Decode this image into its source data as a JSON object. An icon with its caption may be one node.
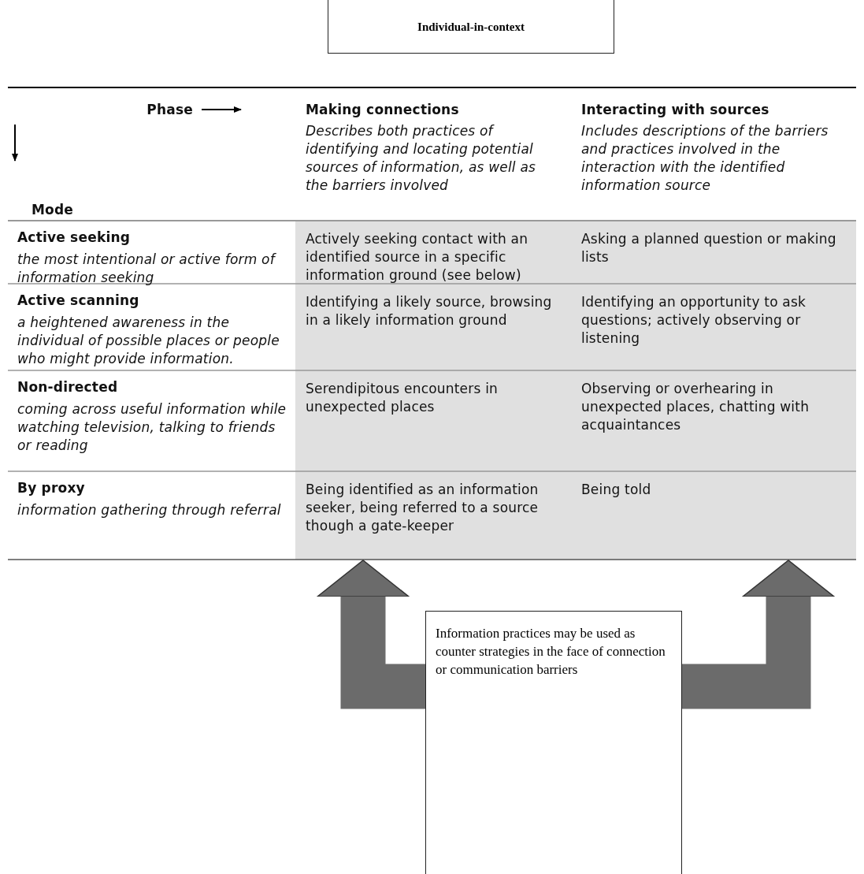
{
  "diagram": {
    "nodes": [
      {
        "text": [
          "Individual-in-context"
        ]
      },
      {
        "text": [
          "Information practices may be used as counter strategies in the face of connection or communication barriers"
        ]
      },
      {
        "text": [],
        "shape": "box"
      },
      {
        "text": [],
        "shape": "box"
      }
    ],
    "edges": [
      {
        "from": 1,
        "to": 2,
        "arrow": "to"
      },
      {
        "from": 1,
        "to": 3,
        "arrow": "to"
      }
    ],
    "labels": [
      "Phase",
      "Making connections",
      "Interacting with sources",
      "Describes both practices of identifying and locating potential sources of information, as well as the barriers involved",
      "Includes descriptions of the barriers and practices involved in the interaction with the identified information source",
      "Mode",
      "Active seeking",
      "the most intentional or active form of information seeking",
      "Actively seeking contact with an identified source in a specific information ground (see below)",
      "Asking a planned question or making lists",
      "Active scanning",
      "a heightened awareness in the individual of possible places or people who might provide information.",
      "Identifying a likely source, browsing in a likely information ground",
      "Identifying an opportunity to ask questions; actively observing or listening",
      "Non-directed",
      "coming across useful information while watching television, talking to friends or reading",
      "Serendipitous encounters in unexpected places",
      "Observing or overhearing in unexpected places, chatting with acquaintances",
      "By proxy",
      "information gathering through referral",
      "Being identified as an information seeker, being referred to a source though a gate-keeper",
      "Being told"
    ]
  }
}
